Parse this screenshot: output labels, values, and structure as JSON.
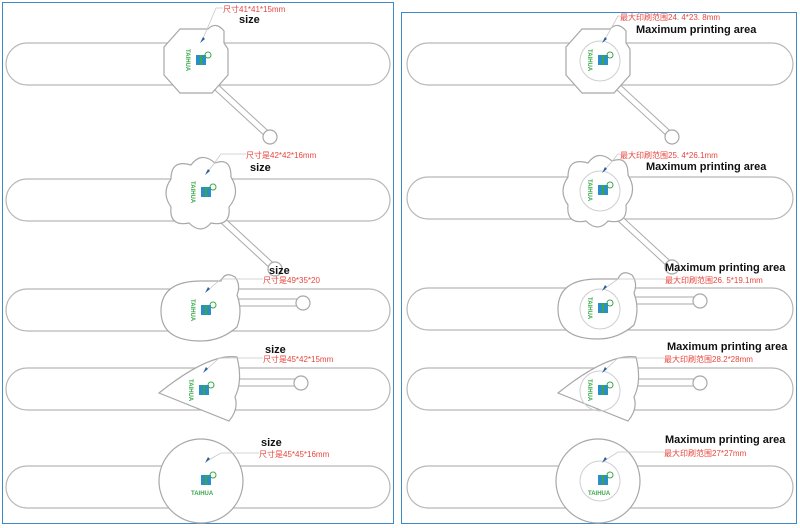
{
  "logo_text": "TAIHUA",
  "colors": {
    "frame": "#3d8ac4",
    "annotation": "#e8453c",
    "logo_green": "#3aa84a",
    "logo_blue": "#2a8fc8"
  },
  "left_panel": {
    "rows": [
      {
        "shape": "octagon",
        "title": "size",
        "dimension": "尺寸41*41*15mm"
      },
      {
        "shape": "flower",
        "title": "size",
        "dimension": "尺寸是42*42*16mm"
      },
      {
        "shape": "bear",
        "title": "size",
        "dimension": "尺寸是49*35*20"
      },
      {
        "shape": "heart",
        "title": "size",
        "dimension": "尺寸是45*42*15mm"
      },
      {
        "shape": "circle",
        "title": "size",
        "dimension": "尺寸是45*45*16mm"
      }
    ]
  },
  "right_panel": {
    "rows": [
      {
        "shape": "octagon",
        "title": "Maximum printing area",
        "dimension": "最大印刷范围24. 4*23. 8mm"
      },
      {
        "shape": "flower",
        "title": "Maximum printing area",
        "dimension": "最大印刷范围25. 4*26.1mm"
      },
      {
        "shape": "bear",
        "title": "Maximum printing area",
        "dimension": "最大印刷范围26. 5*19.1mm"
      },
      {
        "shape": "heart",
        "title": "Maximum printing area",
        "dimension": "最大印刷范围28.2*28mm"
      },
      {
        "shape": "circle",
        "title": "Maximum printing area",
        "dimension": "最大印刷范围27*27mm"
      }
    ]
  }
}
